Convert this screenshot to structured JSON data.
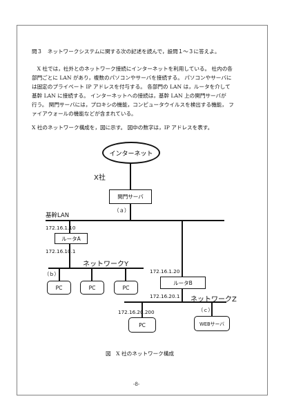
{
  "question": {
    "heading": "問３　ネットワークシステムに関する次の記述を読んで，設問１～３に答えよ。",
    "paragraph1": [
      "　X 社では，社外とのネットワーク接続にインターネットを利用している。 社内の各",
      "部門ごとに LAN があり，複数のパソコンやサーバを接続する。 パソコンやサーバに",
      "は固定のプライベート IP アドレスを付与する。 各部門の LAN は，ルータを介して",
      "基幹 LAN に接続する。 インターネットへの接続は，基幹 LAN 上の関門サーバが",
      "行う。 関門サーバには，プロキシの機能，コンピュータウイルスを検出する機能， フ",
      "ァイアウォールの機能などが含まれている。"
    ],
    "paragraph2": "X 社のネットワーク構成を，図に示す。 図中の数字は，IP アドレスを表す。"
  },
  "diagram": {
    "internet": "インターネット",
    "company": "X社",
    "gateway_server": "関門サーバ",
    "label_a": "（ａ）",
    "backbone_lan": "基幹LAN",
    "ip_router_a_top": "172.16.1.10",
    "router_a": "ルータA",
    "ip_router_a_bottom": "172.16.10.1",
    "network_y": "ネットワークY",
    "label_b": "（ｂ）",
    "pc": "PC",
    "ip_router_b_top": "172.16.1.20",
    "router_b": "ルータB",
    "ip_router_b_bottom": "172.16.20.1",
    "network_z": "ネットワークZ",
    "ip_pc_z": "172.16.20.200",
    "label_c": "（ｃ）",
    "web_server": "WEBサーバ"
  },
  "caption": "図　X 社のネットワーク構成",
  "page_number": "-8-"
}
